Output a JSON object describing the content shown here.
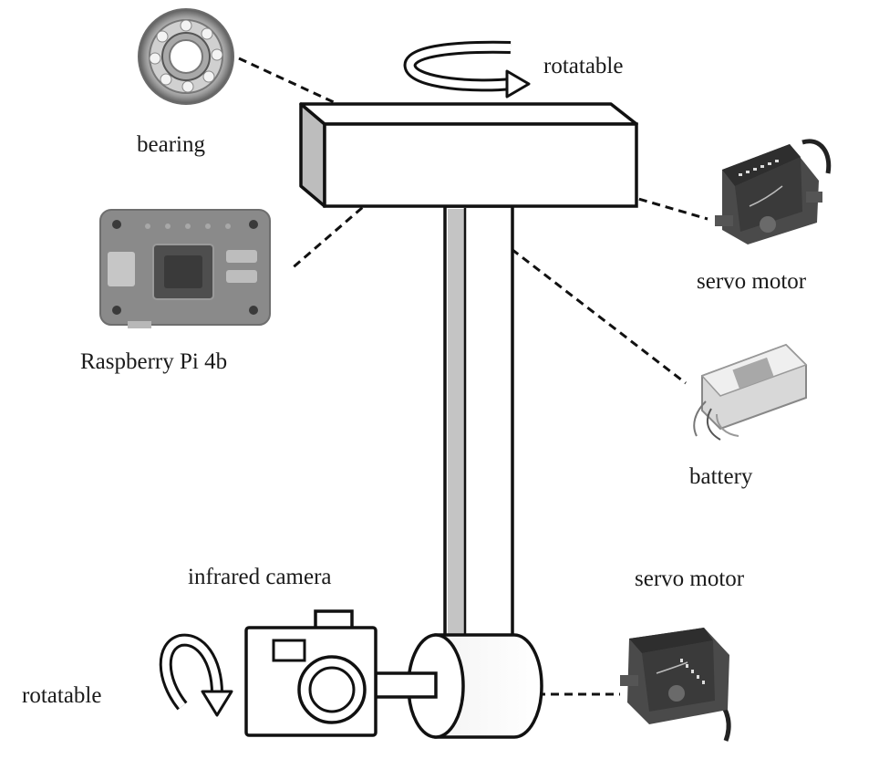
{
  "labels": {
    "rotatable_top": "rotatable",
    "bearing": "bearing",
    "servo_motor_top": "servo motor",
    "raspberry_pi": "Raspberry Pi 4b",
    "battery": "battery",
    "infrared_camera": "infrared camera",
    "servo_motor_bottom": "servo motor",
    "rotatable_bottom": "rotatable"
  },
  "icons": {
    "bearing": "bearing-icon",
    "servo_top": "servo-motor-icon",
    "raspberry_pi": "raspberry-pi-board-icon",
    "battery": "battery-icon",
    "camera": "infrared-camera-icon",
    "servo_bottom": "servo-motor-icon",
    "rotate_top": "rotation-arrow-icon",
    "rotate_bottom": "rotation-arrow-icon"
  }
}
